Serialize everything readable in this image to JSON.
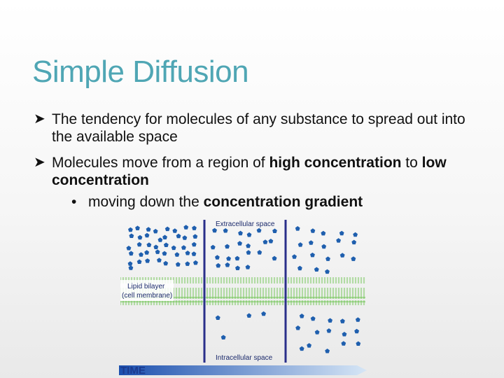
{
  "title": "Simple Diffusion",
  "bullets": [
    {
      "pre": "The tendency for molecules of any substance to spread out into the available space",
      "bold1": "",
      "mid": "",
      "bold2": ""
    },
    {
      "pre": "Molecules move from a region of ",
      "bold1": "high concentration",
      "mid": " to ",
      "bold2": "low concentration"
    }
  ],
  "sub_bullet": {
    "pre": "moving down the ",
    "bold": "concentration gradient"
  },
  "figure": {
    "extracellular_label": "Extracellular space",
    "intracellular_label": "Intracellular space",
    "membrane_label_line1": "Lipid bilayer",
    "membrane_label_line2": "(cell membrane)",
    "time_label": "TIME",
    "colors": {
      "molecule": "#1f5fae",
      "divider": "#2a2f8a",
      "membrane": "#8fcf7a",
      "time_arrow_start": "#1b4fae",
      "time_arrow_end": "#d6e6f6"
    },
    "panels": [
      {
        "top_count": 41,
        "bottom_count": 0
      },
      {
        "top_count": 22,
        "bottom_count": 4
      },
      {
        "top_count": 18,
        "bottom_count": 15
      }
    ]
  }
}
